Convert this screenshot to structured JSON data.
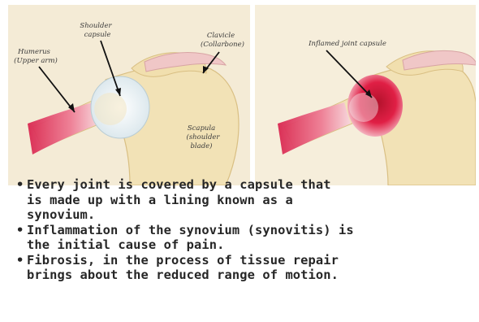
{
  "illustration": {
    "colors": {
      "background": "#f4ebd6",
      "bone": "#f2e2b6",
      "bone_shadow": "#e6cf95",
      "capsule": "#dde9ee",
      "inflamed": "#d81e3c",
      "muscle": "#e04a6a",
      "arrow": "#111111"
    },
    "labels": {
      "humerus_line1": "Humerus",
      "humerus_line2": "(Upper arm)",
      "capsule_line1": "Shoulder",
      "capsule_line2": "capsule",
      "clavicle_line1": "Clavicle",
      "clavicle_line2": "(Collarbone)",
      "scapula_line1": "Scapula",
      "scapula_line2": "(shoulder",
      "scapula_line3": "blade)",
      "inflamed": "Inflamed joint capsule"
    }
  },
  "bullets": [
    {
      "symbol": "•",
      "lines": [
        "Every joint is covered by a capsule that",
        "is made up with a lining known as a",
        "synovium."
      ]
    },
    {
      "symbol": "•",
      "lines": [
        "Inflammation of the synovium (synovitis) is",
        "the initial cause of pain."
      ]
    },
    {
      "symbol": "•",
      "lines": [
        "Fibrosis, in the process of tissue repair",
        "brings about the reduced range of motion."
      ]
    }
  ]
}
